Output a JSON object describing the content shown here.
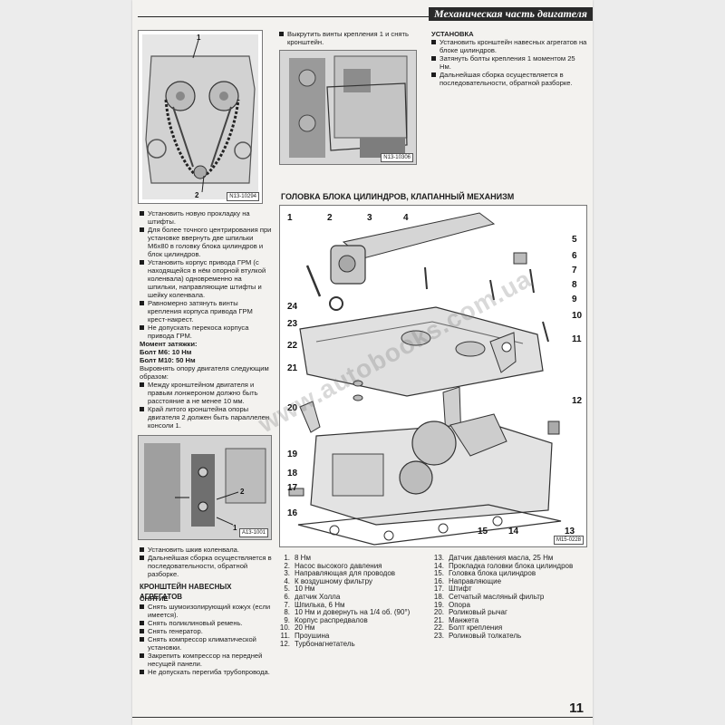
{
  "header": {
    "title": "Механическая часть двигателя"
  },
  "page_number": "11",
  "watermark": "www.autobooks.com.ua",
  "figures": {
    "fig1": {
      "code": "N13-10294",
      "callouts": [
        "1",
        "2"
      ]
    },
    "fig2": {
      "code": "N13-10306"
    },
    "fig3": {
      "code": "A13-1001",
      "callouts": [
        "2",
        "1"
      ]
    },
    "main": {
      "code": "M15-0228",
      "callouts": [
        "1",
        "2",
        "3",
        "4",
        "5",
        "6",
        "7",
        "8",
        "9",
        "10",
        "11",
        "12",
        "13",
        "14",
        "15",
        "16",
        "17",
        "18",
        "19",
        "20",
        "21",
        "22",
        "23",
        "24"
      ]
    }
  },
  "left_bullets": [
    "Установить новую прокладку на штифты.",
    "Для более точного центрирования при установке ввернуть две шпильки М6х80 в головку блока цилиндров и блок цилиндров.",
    "Установить корпус привода ГРМ (с находящейся в нём опорной втулкой коленвала) одновременно на шпильки, направляющие штифты и шейку коленвала.",
    "Равномерно затянуть винты крепления корпуса привода ГРМ крест-накрест.",
    "Не допускать перекоса корпуса привода ГРМ."
  ],
  "torque": {
    "label": "Момент затяжки:",
    "m6": "Болт М6: 10 Нм",
    "m10": "Болт М10: 50 Нм"
  },
  "align_text": "Выровнять опору двигателя следующим образом:",
  "align_bullets": [
    "Между кронштейном двигателя и правым лонжероном должно быть расстояние a не менее 10 мм.",
    "Край литого кронштейна опоры двигателя 2 должен быть параллелен консоли 1."
  ],
  "left_bottom_bullets": [
    "Установить шкив коленвала.",
    "Дальнейшая сборка осуществляется в последовательности, обратной разборке."
  ],
  "section_bracket": {
    "title": "КРОНШТЕЙН НАВЕСНЫХ АГРЕГАТОВ",
    "removal_title": "СНЯТИЕ",
    "bullets": [
      "Снять шумоизолирующий кожух (если имеется).",
      "Снять поликлиновый ремень.",
      "Снять генератор.",
      "Снять компрессор климатической установки.",
      "Закрепить компрессор на передней несущей панели.",
      "Не допускать перегиба трубопровода."
    ]
  },
  "right_top": {
    "bullet": "Выкрутить винты крепления 1 и снять кронштейн.",
    "install_title": "УСТАНОВКА",
    "install_bullets": [
      "Установить кронштейн навесных агрегатов на блоке цилиндров.",
      "Затянуть болты крепления 1 моментом 25 Нм.",
      "Дальнейшая сборка осуществляется в последовательности, обратной разборке."
    ]
  },
  "section_head": {
    "title": "ГОЛОВКА БЛОКА ЦИЛИНДРОВ, КЛАПАННЫЙ МЕХАНИЗМ"
  },
  "legend_left": [
    {
      "n": "1.",
      "t": "8 Нм"
    },
    {
      "n": "2.",
      "t": "Насос высокого давления"
    },
    {
      "n": "3.",
      "t": "Направляющая для проводов"
    },
    {
      "n": "4.",
      "t": "К воздушному фильтру"
    },
    {
      "n": "5.",
      "t": "10 Нм"
    },
    {
      "n": "6.",
      "t": "датчик Холла"
    },
    {
      "n": "7.",
      "t": "Шпилька, 6 Нм"
    },
    {
      "n": "8.",
      "t": "10 Нм и довернуть на 1/4 об. (90°)"
    },
    {
      "n": "9.",
      "t": "Корпус распредвалов"
    },
    {
      "n": "10.",
      "t": "20 Нм"
    },
    {
      "n": "11.",
      "t": "Проушина"
    },
    {
      "n": "12.",
      "t": "Турбонагнетатель"
    }
  ],
  "legend_right": [
    {
      "n": "13.",
      "t": "Датчик давления масла, 25 Нм"
    },
    {
      "n": "14.",
      "t": "Прокладка головки блока цилиндров"
    },
    {
      "n": "15.",
      "t": "Головка блока цилиндров"
    },
    {
      "n": "16.",
      "t": "Направляющие"
    },
    {
      "n": "17.",
      "t": "Штифт"
    },
    {
      "n": "18.",
      "t": "Сетчатый масляный фильтр"
    },
    {
      "n": "19.",
      "t": "Опора"
    },
    {
      "n": "20.",
      "t": "Роликовый рычаг"
    },
    {
      "n": "21.",
      "t": "Манжета"
    },
    {
      "n": "22.",
      "t": "Болт крепления"
    },
    {
      "n": "23.",
      "t": "Роликовый толкатель"
    }
  ]
}
